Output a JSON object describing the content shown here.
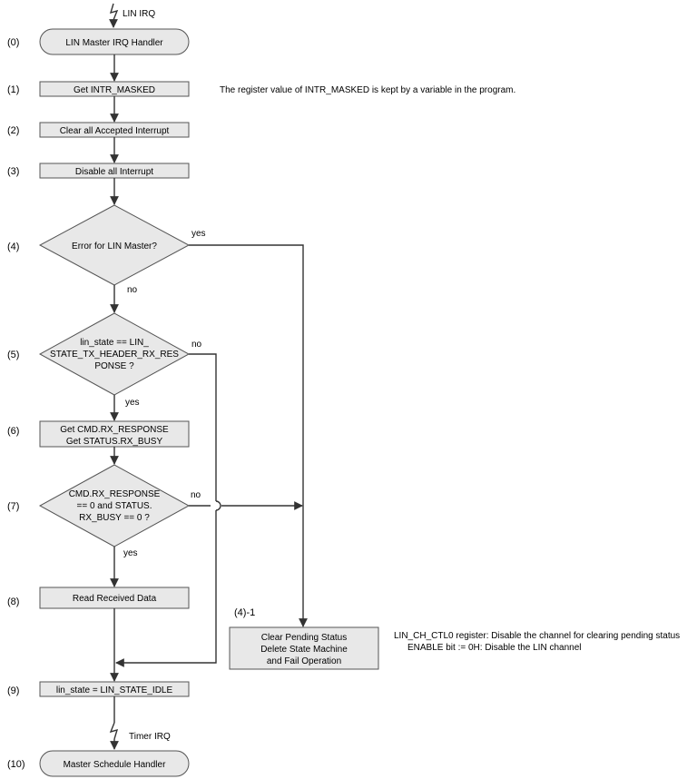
{
  "steps": {
    "s0": "(0)",
    "s1": "(1)",
    "s2": "(2)",
    "s3": "(3)",
    "s4": "(4)",
    "s5": "(5)",
    "s6": "(6)",
    "s7": "(7)",
    "s8": "(8)",
    "s9": "(9)",
    "s10": "(10)",
    "s4_1": "(4)-1"
  },
  "events": {
    "lin_irq": "LIN IRQ",
    "timer_irq": "Timer IRQ"
  },
  "nodes": {
    "handler": "LIN Master IRQ Handler",
    "get_intr_masked": "Get INTR_MASKED",
    "clear_interrupt": "Clear all Accepted Interrupt",
    "disable_interrupt": "Disable all Interrupt",
    "error_decision": "Error for LIN Master?",
    "state_decision": [
      "lin_state == LIN_",
      "STATE_TX_HEADER_RX_RES",
      "PONSE ?"
    ],
    "get_cmd_status": [
      "Get CMD.RX_RESPONSE",
      "Get STATUS.RX_BUSY"
    ],
    "rx_decision": [
      "CMD.RX_RESPONSE",
      "== 0 and STATUS.",
      "RX_BUSY == 0 ?"
    ],
    "read_data": "Read Received Data",
    "clear_pending": [
      "Clear Pending Status",
      "Delete State Machine",
      "and Fail Operation"
    ],
    "set_idle": "lin_state = LIN_STATE_IDLE",
    "schedule_handler": "Master Schedule Handler"
  },
  "branches": {
    "yes4": "yes",
    "no4": "no",
    "no5": "no",
    "yes5": "yes",
    "no7": "no",
    "yes7": "yes"
  },
  "notes": {
    "intr_masked_note": "The register value of INTR_MASKED is kept by a variable in the program.",
    "lin_ch_note": [
      "LIN_CH_CTL0 register: Disable the channel for clearing pending status",
      "ENABLE bit := 0H: Disable the LIN channel"
    ]
  }
}
